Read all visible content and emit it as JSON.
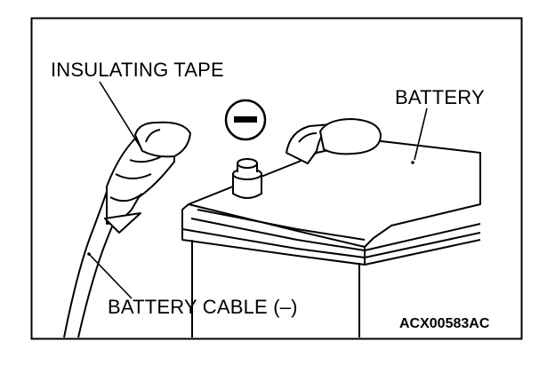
{
  "labels": {
    "insulating_tape": "INSULATING TAPE",
    "battery": "BATTERY",
    "battery_cable": "BATTERY CABLE (–)"
  },
  "figure_code": "ACX00583AC",
  "symbols": {
    "negative_terminal": "negative-sign-icon"
  },
  "colors": {
    "line": "#000000",
    "background": "#ffffff"
  }
}
